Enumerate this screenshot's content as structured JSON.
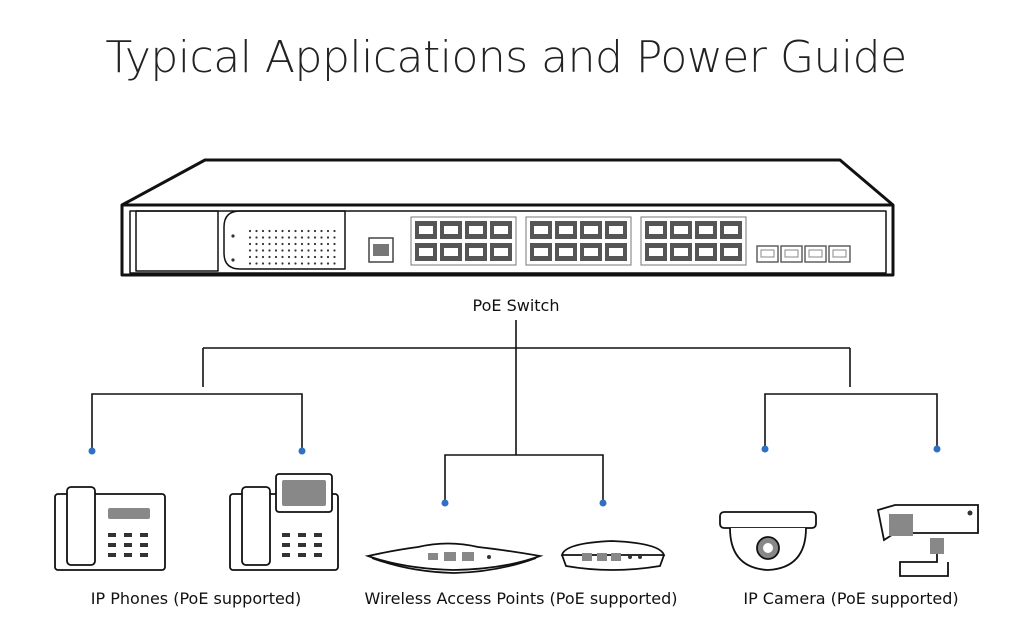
{
  "title": "Typical Applications and Power Guide",
  "switch": {
    "label": "PoE Switch"
  },
  "groups": [
    {
      "label": "IP Phones (PoE supported)",
      "devices": [
        "desk-phone",
        "video-phone"
      ]
    },
    {
      "label": "Wireless Access Points (PoE supported)",
      "devices": [
        "wide-access-point",
        "ceiling-access-point"
      ]
    },
    {
      "label": "IP Camera (PoE supported)",
      "devices": [
        "dome-camera",
        "bullet-camera"
      ]
    }
  ],
  "colors": {
    "line": "#111111",
    "node": "#2f6fc4",
    "port": "#555555"
  }
}
